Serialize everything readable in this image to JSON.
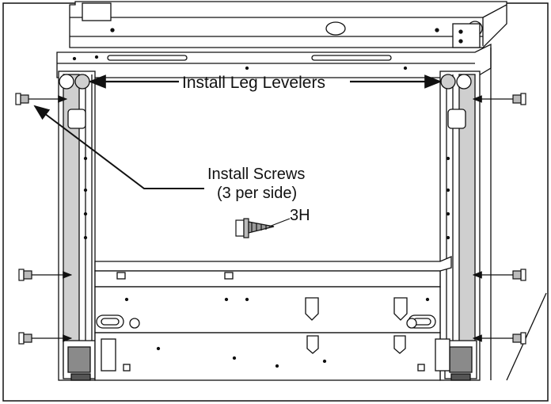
{
  "diagram": {
    "callouts": {
      "leg_levelers": "Install Leg Levelers",
      "screws_line1": "Install Screws",
      "screws_line2": "(3 per side)",
      "part_code": "3H"
    }
  }
}
